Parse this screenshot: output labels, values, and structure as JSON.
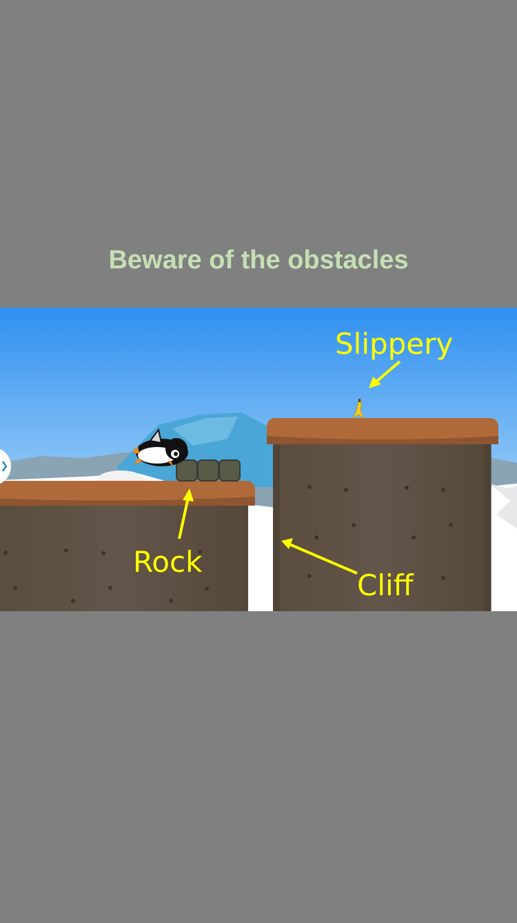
{
  "screen": {
    "headline": "Beware of the obstacles"
  },
  "scene": {
    "labels": {
      "slippery": "Slippery",
      "rock": "Rock",
      "cliff": "Cliff"
    },
    "colors": {
      "annotation": "#ffff00",
      "headline": "#c5e0b4",
      "dirt": "#5e5140",
      "ground_top": "#b06a3a"
    },
    "icons": {
      "penguin": "penguin-icon",
      "banana": "banana-peel-icon",
      "rock": "rock-block-icon",
      "nav": "chevron-right-icon"
    }
  }
}
